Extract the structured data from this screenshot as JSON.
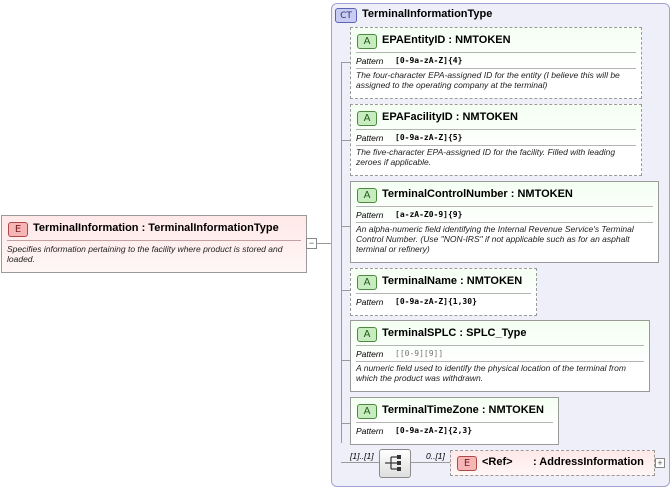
{
  "root_element": {
    "badge": "E",
    "title": "TerminalInformation : TerminalInformationType",
    "doc": "Specifies information pertaining to the facility where product is stored and loaded."
  },
  "complex_type": {
    "badge": "CT",
    "name": "TerminalInformationType"
  },
  "attributes": [
    {
      "badge": "A",
      "title": "EPAEntityID : NMTOKEN",
      "pattern_label": "Pattern",
      "pattern": "[0-9a-zA-Z]{4}",
      "doc": "The four-character EPA-assigned ID for the entity (I believe this will be assigned to the operating company at the terminal)"
    },
    {
      "badge": "A",
      "title": "EPAFacilityID : NMTOKEN",
      "pattern_label": "Pattern",
      "pattern": "[0-9a-zA-Z]{5}",
      "doc": "The five-character EPA-assigned ID for the facility.  Filled with leading zeroes if applicable."
    },
    {
      "badge": "A",
      "title": "TerminalControlNumber : NMTOKEN",
      "pattern_label": "Pattern",
      "pattern": "[a-zA-Z0-9]{9}",
      "doc": "An alpha-numeric field identifying the Internal Revenue Service's Terminal Control Number. (Use \"NON-IRS\" if not applicable such as for an asphalt terminal or refinery)"
    },
    {
      "badge": "A",
      "title": "TerminalName : NMTOKEN",
      "pattern_label": "Pattern",
      "pattern": "[0-9a-zA-Z]{1,30}",
      "doc": ""
    },
    {
      "badge": "A",
      "title": "TerminalSPLC : SPLC_Type",
      "pattern_label": "Pattern",
      "pattern": "[[0-9][9]]",
      "doc": "A numeric field used to identify the physical location of the terminal from which the product was withdrawn."
    },
    {
      "badge": "A",
      "title": "TerminalTimeZone : NMTOKEN",
      "pattern_label": "Pattern",
      "pattern": "[0-9a-zA-Z]{2,3}",
      "doc": ""
    }
  ],
  "sequence": {
    "multiplicity": "[1]..[1]"
  },
  "ref_element": {
    "multiplicity": "0..[1]",
    "badge": "E",
    "ref_label": "<Ref>",
    "name": ": AddressInformation"
  },
  "colors": {
    "element_fill": "#ffe8e8",
    "attribute_fill": "#f4fff2",
    "complex_type_fill": "#e6e7fb"
  }
}
